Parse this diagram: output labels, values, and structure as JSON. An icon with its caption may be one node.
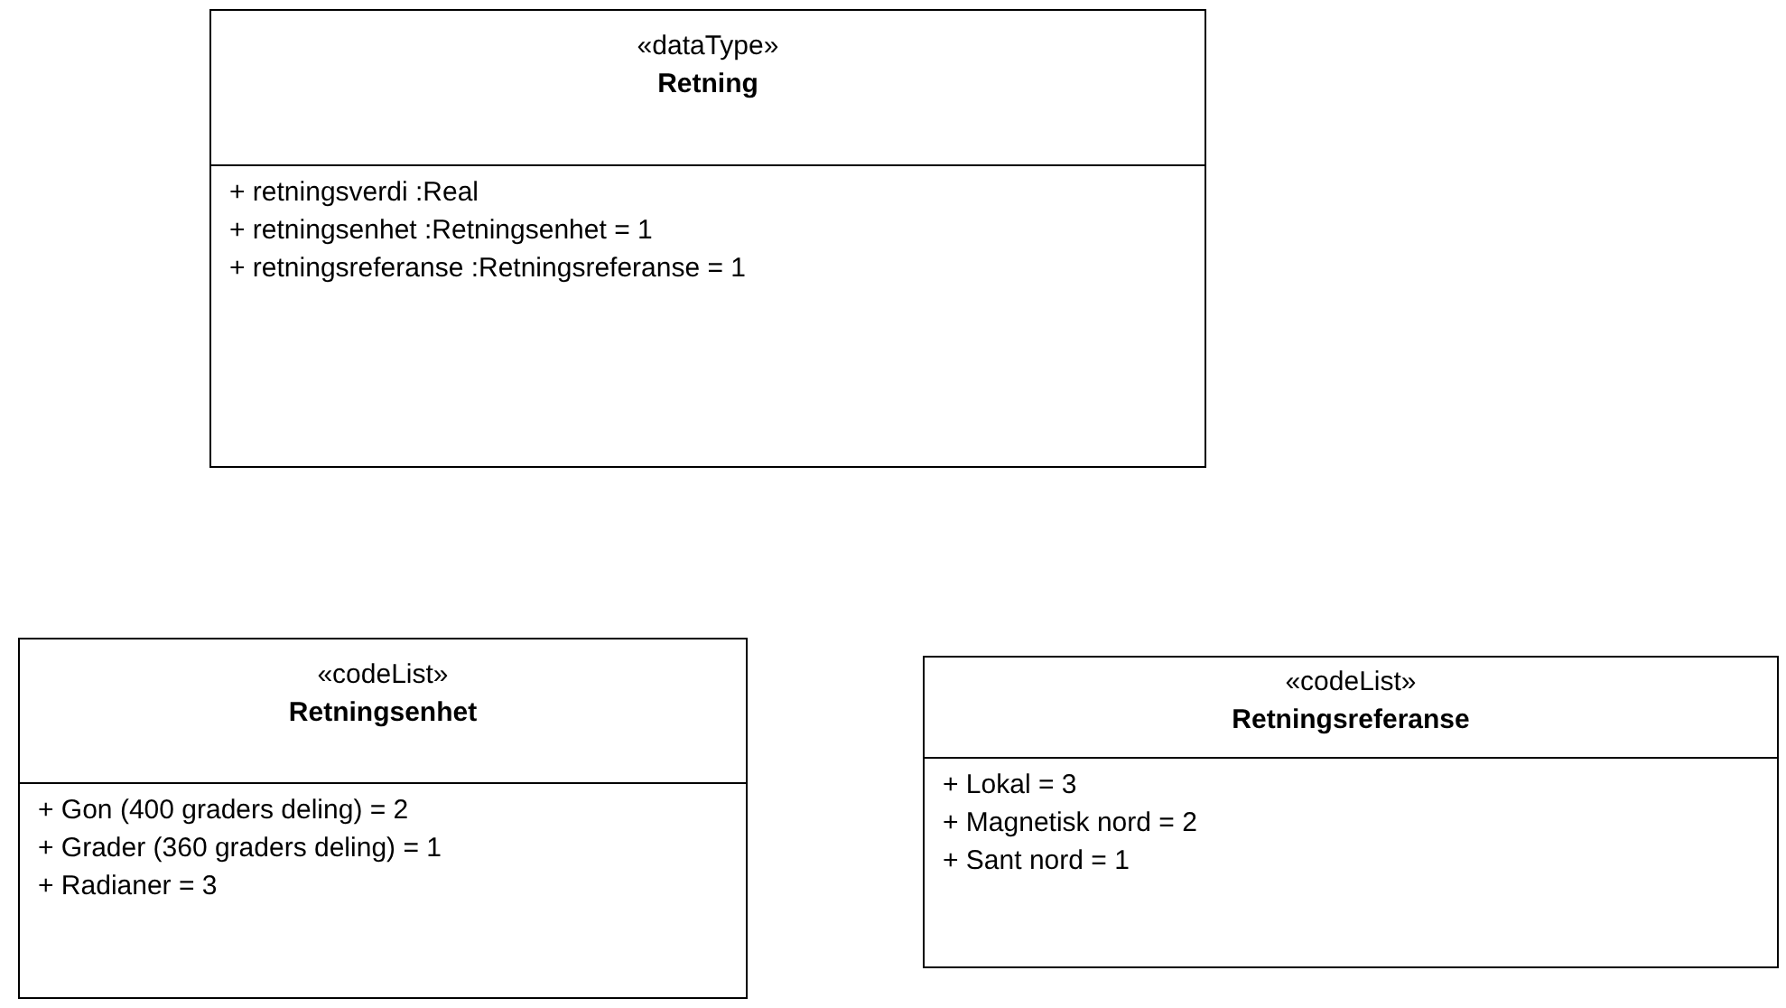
{
  "diagram": {
    "nodes": [
      {
        "text": [
          "«dataType»",
          "Retning",
          "+ retningsverdi :Real",
          "+ retningsenhet :Retningsenhet = 1",
          "+ retningsreferanse :Retningsreferanse = 1"
        ]
      },
      {
        "text": [
          "«codeList»",
          "Retningsenhet",
          "+ Gon (400 graders deling) = 2",
          "+ Grader (360 graders deling) = 1",
          "+ Radianer = 3"
        ]
      },
      {
        "text": [
          "«codeList»",
          "Retningsreferanse",
          "+ Lokal = 3",
          "+ Magnetisk nord = 2",
          "+ Sant nord = 1"
        ]
      }
    ]
  }
}
